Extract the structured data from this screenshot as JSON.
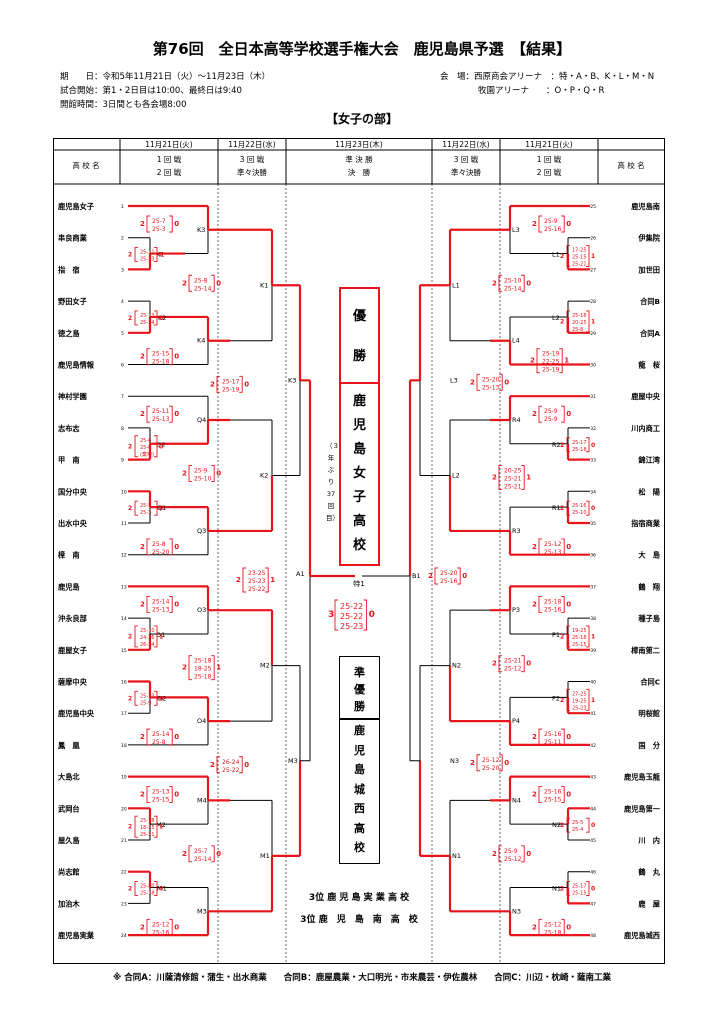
{
  "title": "第76回　全日本高等学校選手権大会　鹿児島県予選　【結果】",
  "info": {
    "dates": "期　　日：令和5年11月21日（火）～11月23日（木）",
    "start": "試合開始：第1・2日目は10:00、最終日は9:40",
    "open": "開館時間：3日間とも各会場8:00",
    "venue_label": "会　場：西原商会アリーナ　：特・A・B、K・L・M・N",
    "venue2": "牧園アリーナ　　：O・P・Q・R"
  },
  "section_title": "【女子の部】",
  "headers": {
    "left_date1": "11月21日(火)",
    "left_date2": "11月22日(水)",
    "center_date": "11月23日(木)",
    "right_date2": "11月22日(水)",
    "right_date1": "11月21日(火)",
    "school": "高 校 名",
    "r1": "1 回 戦",
    "r2": "2 回 戦",
    "r3": "3 回 戦",
    "qf": "準々決勝",
    "sf": "準 決 勝",
    "final": "決　勝"
  },
  "left_teams": [
    "鹿児島女子",
    "串良商業",
    "指　宿",
    "野田女子",
    "徳之島",
    "鹿児島情報",
    "神村学園",
    "志布志",
    "甲　南",
    "国分中央",
    "出水中央",
    "樟　南",
    "鹿児島",
    "沖永良部",
    "鹿屋女子",
    "薩摩中央",
    "鹿児島中央",
    "鳳　凰",
    "大島北",
    "武岡台",
    "屋久島",
    "尚志館",
    "加治木",
    "鹿児島実業"
  ],
  "right_teams": [
    "鹿児島南",
    "伊集院",
    "加世田",
    "合同B",
    "合同A",
    "龍　桜",
    "鹿屋中央",
    "川内商工",
    "錦江湾",
    "松　陽",
    "指宿商業",
    "大　島",
    "鶴　翔",
    "種子島",
    "樟南第二",
    "合同C",
    "明桜館",
    "国　分",
    "鹿児島玉龍",
    "鹿児島第一",
    "川　内",
    "鶴　丸",
    "鹿　屋",
    "鹿児島城西"
  ],
  "champion": {
    "label1": "優",
    "label2": "勝",
    "name": [
      "鹿",
      "児",
      "島",
      "女",
      "子",
      "高",
      "校"
    ],
    "note": "（３年ぶり37回目）"
  },
  "runnerup": {
    "label": [
      "準",
      "優",
      "勝"
    ],
    "name": [
      "鹿",
      "児",
      "島",
      "城",
      "西",
      "高",
      "校"
    ]
  },
  "third": [
    "3位 鹿 児 島 実 業 高 校",
    "3位 鹿　児　島　南　高　校"
  ],
  "final_match": {
    "code": "特1",
    "left_sets": "3",
    "right_sets": "0",
    "scores": [
      "25-22",
      "25-22",
      "25-23"
    ]
  },
  "footer": "※ 合同A：川薩清修館・蒲生・出水商業　　合同B：鹿屋農業・大口明光・市来農芸・伊佐農林　　合同C：川辺・枕崎・薩南工業",
  "colors": {
    "win": "#e8141c",
    "line": "#000000"
  }
}
